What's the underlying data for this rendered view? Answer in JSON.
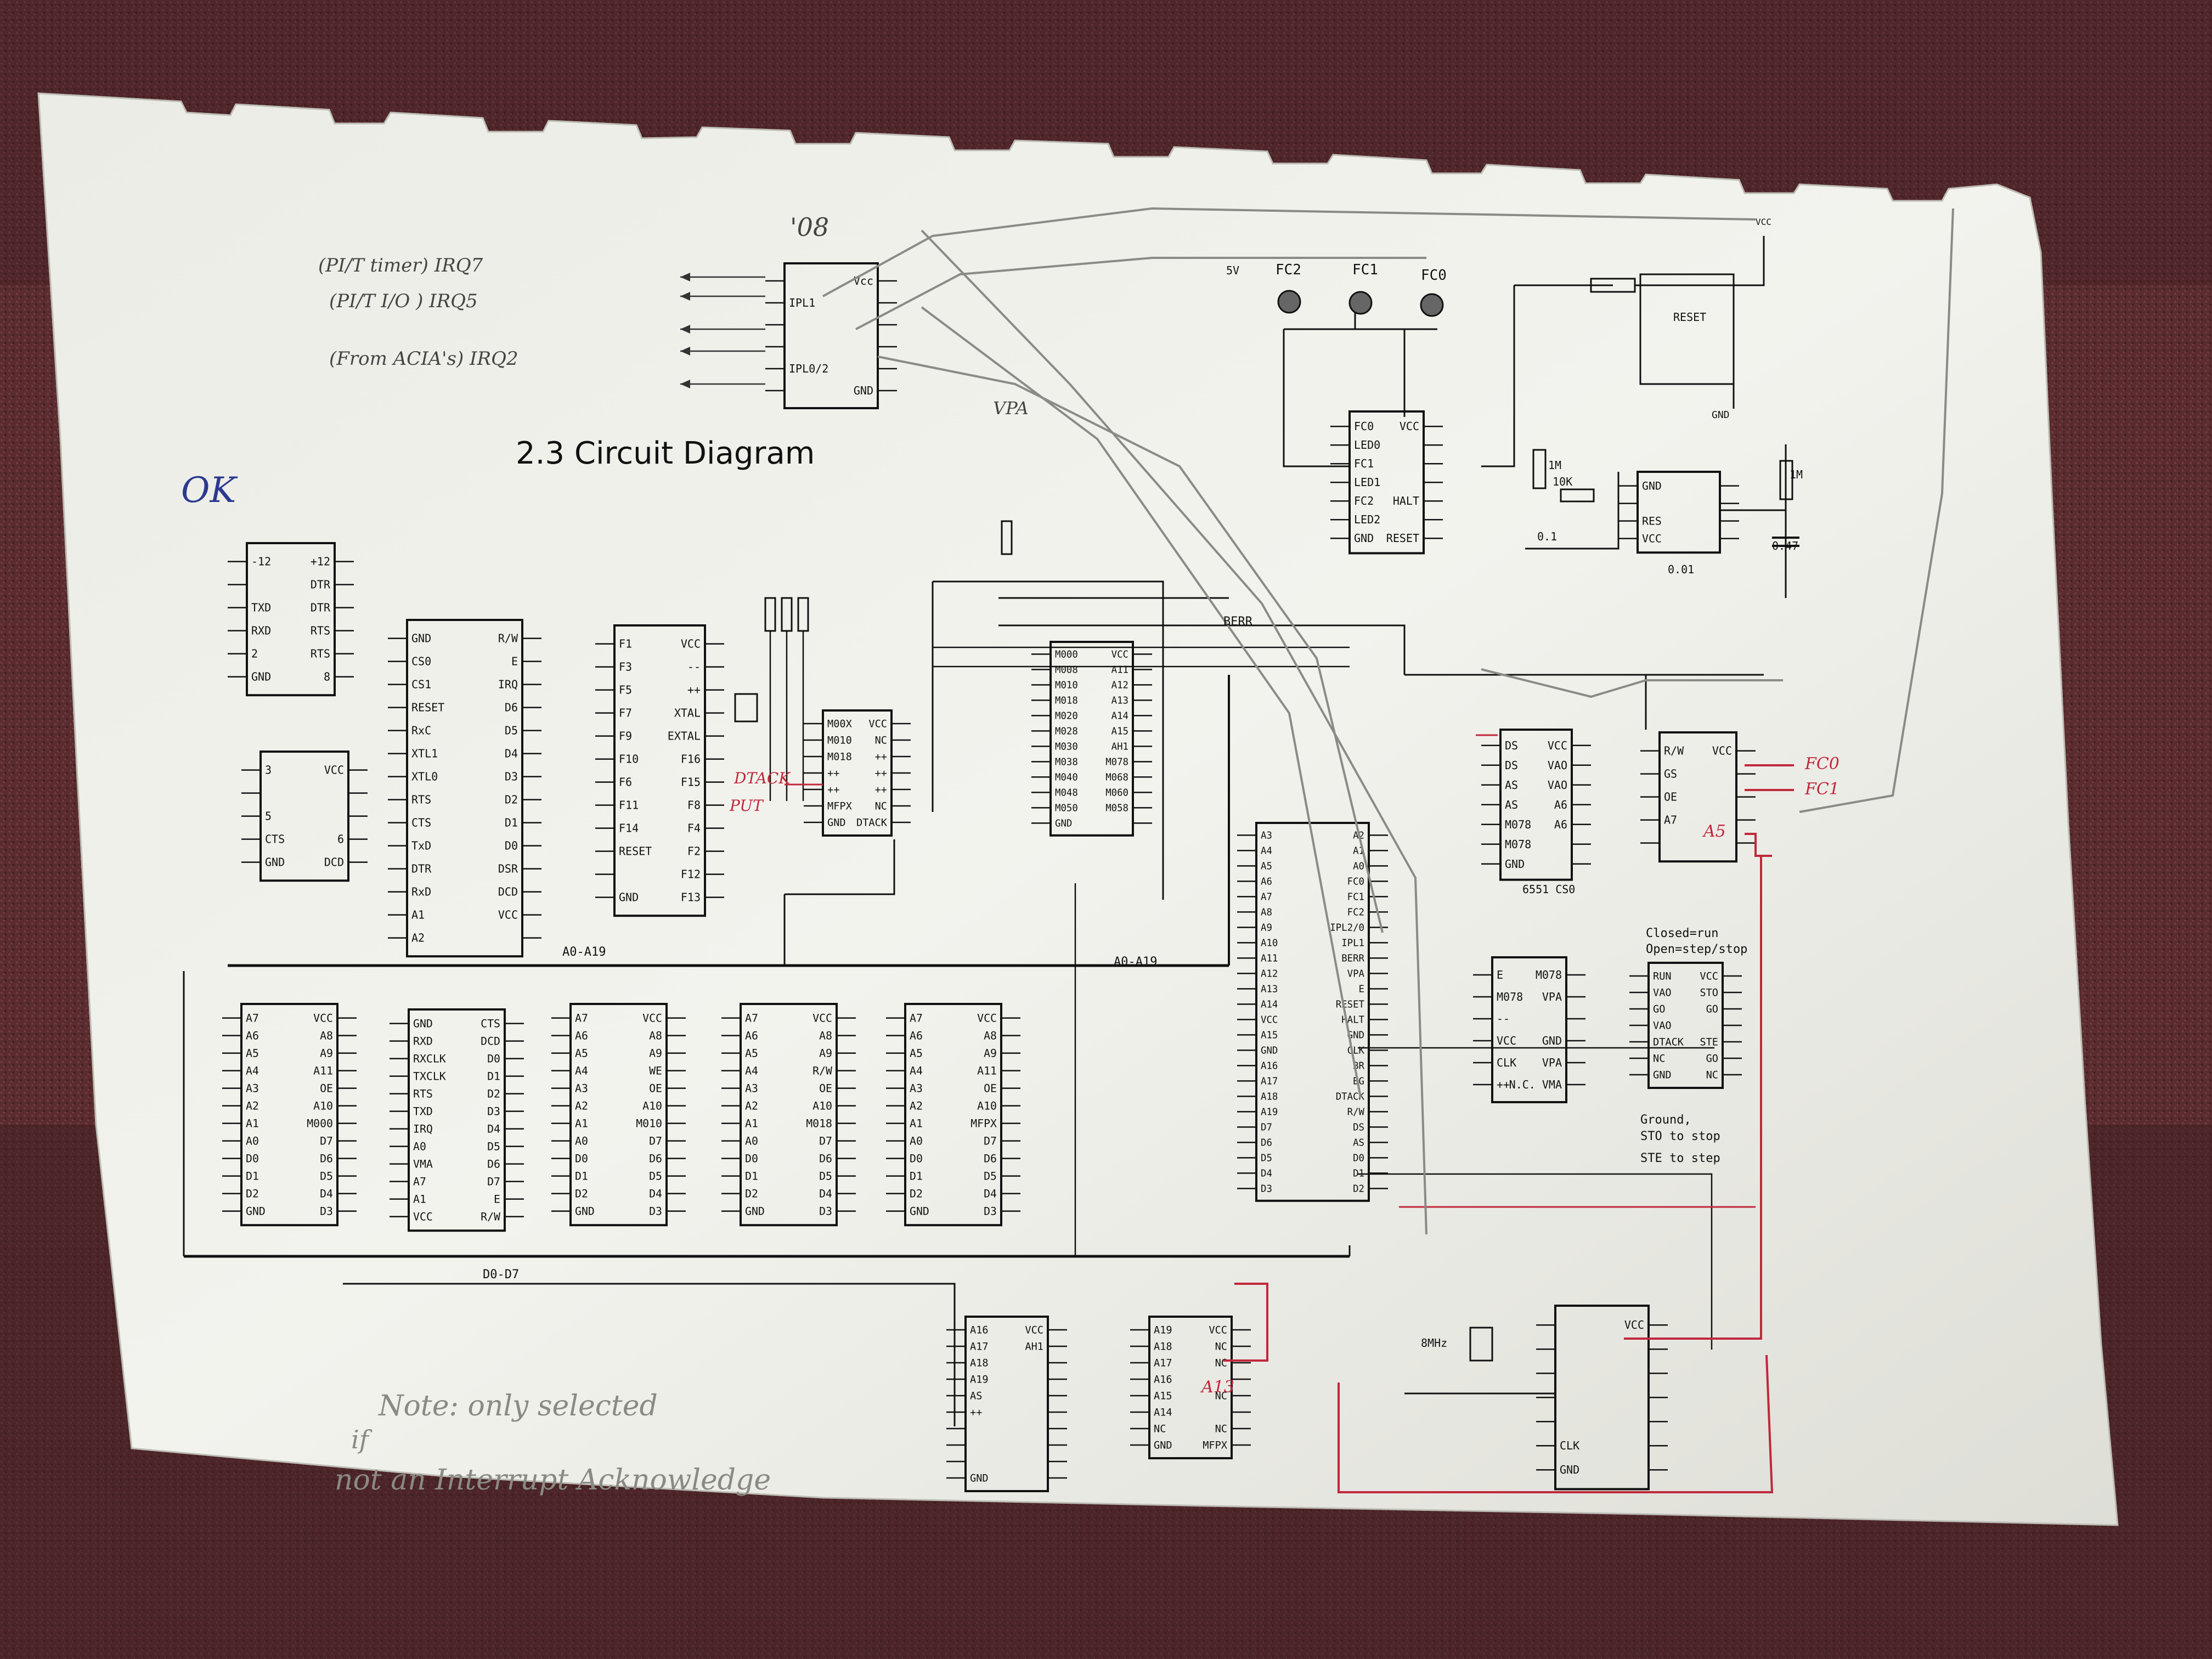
{
  "title": "2.3 Circuit Diagram",
  "hand_notes": {
    "ok": "OK",
    "chip_08": "'08",
    "irq_pit_timer": "(PI/T timer) IRQ7",
    "irq_pit_io": "(PI/T I/O ) IRQ5",
    "irq_acias": "(From ACIA's) IRQ2",
    "vpa": "VPA",
    "dtack": "DTACK",
    "put": "PUT",
    "fc0": "FC0",
    "fc1": "FC1",
    "a5": "A5",
    "a13": "A13",
    "note_line1": "Note: only selected",
    "note_line2": "if",
    "note_line3": "not an Interrupt Acknowledge"
  },
  "bus_labels": {
    "a_bus_left": "A0-A19",
    "a_bus_right": "A0-A19",
    "d_bus": "D0-D7",
    "berr": "BERR"
  },
  "power_labels": {
    "v5": "5V",
    "fc2": "FC2",
    "fc1": "FC1",
    "fc0": "FC0",
    "vcc": "VCC",
    "gnd": "GND",
    "reset": "RESET"
  },
  "component_labels": {
    "r1m_a": "1M",
    "r10k": "10K",
    "c01": "0.1",
    "c001": "0.01",
    "r1m_b": "1M",
    "c047": "0.47",
    "xtal": "8MHz",
    "cs0": "6551 CS0"
  },
  "switch_notes": {
    "closed": "Closed=run",
    "open": "Open=step/stop",
    "ground": "Ground,",
    "sto": "STO to stop",
    "ste": "STE to step"
  },
  "chips": [
    {
      "id": "ic08",
      "pins_left": [
        "",
        "IPL1",
        "",
        "",
        "IPL0/2",
        ""
      ],
      "pins_right": [
        "Vcc",
        "",
        "",
        "",
        "",
        "GND"
      ]
    },
    {
      "id": "max232",
      "pins_left": [
        "-12",
        "",
        "TXD",
        "RXD",
        "2",
        "GND"
      ],
      "pins_right": [
        "+12",
        "DTR",
        "DTR",
        "RTS",
        "RTS",
        "8"
      ]
    },
    {
      "id": "db9",
      "pins_left": [
        "3",
        "",
        "5",
        "CTS",
        "GND"
      ],
      "pins_right": [
        "VCC",
        "",
        "",
        "6",
        "DCD"
      ]
    },
    {
      "id": "acia",
      "pins_left": [
        "GND",
        "CS0",
        "CS1",
        "RESET",
        "RxC",
        "XTL1",
        "XTL0",
        "RTS",
        "CTS",
        "TxD",
        "DTR",
        "RxD",
        "A1",
        "A2"
      ],
      "pins_right": [
        "R/W",
        "E",
        "IRQ",
        "D6",
        "D5",
        "D4",
        "D3",
        "D2",
        "D1",
        "D0",
        "DSR",
        "DCD",
        "VCC",
        ""
      ]
    },
    {
      "id": "pit",
      "pins_left": [
        "F1",
        "F3",
        "F5",
        "F7",
        "F9",
        "F10",
        "F6",
        "F11",
        "F14",
        "RESET",
        "",
        "GND"
      ],
      "pins_right": [
        "VCC",
        "--",
        "++",
        "XTAL",
        "EXTAL",
        "F16",
        "F15",
        "F8",
        "F4",
        "F2",
        "F12",
        "F13"
      ]
    },
    {
      "id": "clkdiv",
      "pins_left": [
        "M00X",
        "M010",
        "M018",
        "++",
        "++",
        "MFPX",
        "GND"
      ],
      "pins_right": [
        "VCC",
        "NC",
        "++",
        "++",
        "++",
        "NC",
        "DTACK"
      ]
    },
    {
      "id": "decoder",
      "pins_left": [
        "M000",
        "M008",
        "M010",
        "M018",
        "M020",
        "M028",
        "M030",
        "M038",
        "M040",
        "M048",
        "M050",
        "GND"
      ],
      "pins_right": [
        "VCC",
        "A11",
        "A12",
        "A13",
        "A14",
        "A15",
        "AH1",
        "M078",
        "M068",
        "M060",
        "M058",
        ""
      ]
    },
    {
      "id": "via",
      "pins_left": [
        "DS",
        "DS",
        "AS",
        "AS",
        "M078",
        "M078",
        "GND"
      ],
      "pins_right": [
        "VCC",
        "VAO",
        "VAO",
        "A6",
        "A6",
        "",
        ""
      ]
    },
    {
      "id": "fcgate",
      "pins_left": [
        "R/W",
        "GS",
        "OE",
        "A7",
        ""
      ],
      "pins_right": [
        "VCC",
        "",
        "",
        "",
        ""
      ]
    },
    {
      "id": "cpu",
      "pins_left": [
        "A3",
        "A4",
        "A5",
        "A6",
        "A7",
        "A8",
        "A9",
        "A10",
        "A11",
        "A12",
        "A13",
        "A14",
        "VCC",
        "A15",
        "GND",
        "A16",
        "A17",
        "A18",
        "A19",
        "D7",
        "D6",
        "D5",
        "D4",
        "D3"
      ],
      "pins_right": [
        "A2",
        "A1",
        "A0",
        "FC0",
        "FC1",
        "FC2",
        "IPL2/0",
        "IPL1",
        "BERR",
        "VPA",
        "E",
        "RESET",
        "HALT",
        "GND",
        "CLK",
        "BR",
        "BG",
        "DTACK",
        "R/W",
        "DS",
        "AS",
        "D0",
        "D1",
        "D2"
      ]
    },
    {
      "id": "vpagate",
      "pins_left": [
        "E",
        "M078",
        "--",
        "VCC",
        "CLK",
        "++"
      ],
      "pins_right": [
        "M078",
        "VPA",
        "",
        "GND",
        "VPA",
        "N.C. VMA"
      ]
    },
    {
      "id": "stepper",
      "pins_left": [
        "RUN",
        "VAO",
        "GO",
        "VAO",
        "DTACK",
        "NC",
        "GND"
      ],
      "pins_right": [
        "VCC",
        "STO",
        "GO",
        "",
        "STE",
        "GO",
        "NC"
      ]
    },
    {
      "id": "reset",
      "pins_left": [
        "FC0",
        "LED0",
        "FC1",
        "LED1",
        "FC2",
        "LED2",
        "GND"
      ],
      "pins_right": [
        "VCC",
        "",
        "",
        "",
        "HALT",
        "",
        "RESET"
      ]
    },
    {
      "id": "timer555",
      "pins_left": [
        "GND",
        "",
        "RES",
        "VCC"
      ],
      "pins_right": [
        "",
        "",
        "",
        ""
      ]
    },
    {
      "id": "clockgen",
      "pins_left": [
        "",
        "",
        "",
        "",
        "",
        "CLK",
        "GND"
      ],
      "pins_right": [
        "VCC",
        "",
        "",
        "",
        "",
        "",
        ""
      ]
    },
    {
      "id": "rom_lo",
      "pins_left": [
        "A7",
        "A6",
        "A5",
        "A4",
        "A3",
        "A2",
        "A1",
        "A0",
        "D0",
        "D1",
        "D2",
        "GND"
      ],
      "pins_right": [
        "VCC",
        "A8",
        "A9",
        "A11",
        "OE",
        "A10",
        "M000",
        "D7",
        "D6",
        "D5",
        "D4",
        "D3"
      ]
    },
    {
      "id": "acia2",
      "pins_left": [
        "GND",
        "RXD",
        "RXCLK",
        "TXCLK",
        "RTS",
        "TXD",
        "IRQ",
        "A0",
        "VMA",
        "A7",
        "A1",
        "VCC"
      ],
      "pins_right": [
        "CTS",
        "DCD",
        "D0",
        "D1",
        "D2",
        "D3",
        "D4",
        "D5",
        "D6",
        "D7",
        "E",
        "R/W"
      ]
    },
    {
      "id": "ram1",
      "pins_left": [
        "A7",
        "A6",
        "A5",
        "A4",
        "A3",
        "A2",
        "A1",
        "A0",
        "D0",
        "D1",
        "D2",
        "GND"
      ],
      "pins_right": [
        "VCC",
        "A8",
        "A9",
        "WE",
        "OE",
        "A10",
        "M010",
        "D7",
        "D6",
        "D5",
        "D4",
        "D3"
      ]
    },
    {
      "id": "ram2",
      "pins_left": [
        "A7",
        "A6",
        "A5",
        "A4",
        "A3",
        "A2",
        "A1",
        "A0",
        "D0",
        "D1",
        "D2",
        "GND"
      ],
      "pins_right": [
        "VCC",
        "A8",
        "A9",
        "R/W",
        "OE",
        "A10",
        "M018",
        "D7",
        "D6",
        "D5",
        "D4",
        "D3"
      ]
    },
    {
      "id": "ram3",
      "pins_left": [
        "A7",
        "A6",
        "A5",
        "A4",
        "A3",
        "A2",
        "A1",
        "A0",
        "D0",
        "D1",
        "D2",
        "GND"
      ],
      "pins_right": [
        "VCC",
        "A8",
        "A9",
        "A11",
        "OE",
        "A10",
        "MFPX",
        "D7",
        "D6",
        "D5",
        "D4",
        "D3"
      ]
    },
    {
      "id": "dec2",
      "pins_left": [
        "A16",
        "A17",
        "A18",
        "A19",
        "AS",
        "++",
        "",
        "",
        "",
        "GND"
      ],
      "pins_right": [
        "VCC",
        "AH1",
        "",
        "",
        "",
        "",
        "",
        "",
        "",
        ""
      ]
    },
    {
      "id": "dec3",
      "pins_left": [
        "A19",
        "A18",
        "A17",
        "A16",
        "A15",
        "A14",
        "NC",
        "GND"
      ],
      "pins_right": [
        "VCC",
        "NC",
        "NC",
        "",
        "NC",
        "",
        "NC",
        "MFPX"
      ]
    }
  ]
}
